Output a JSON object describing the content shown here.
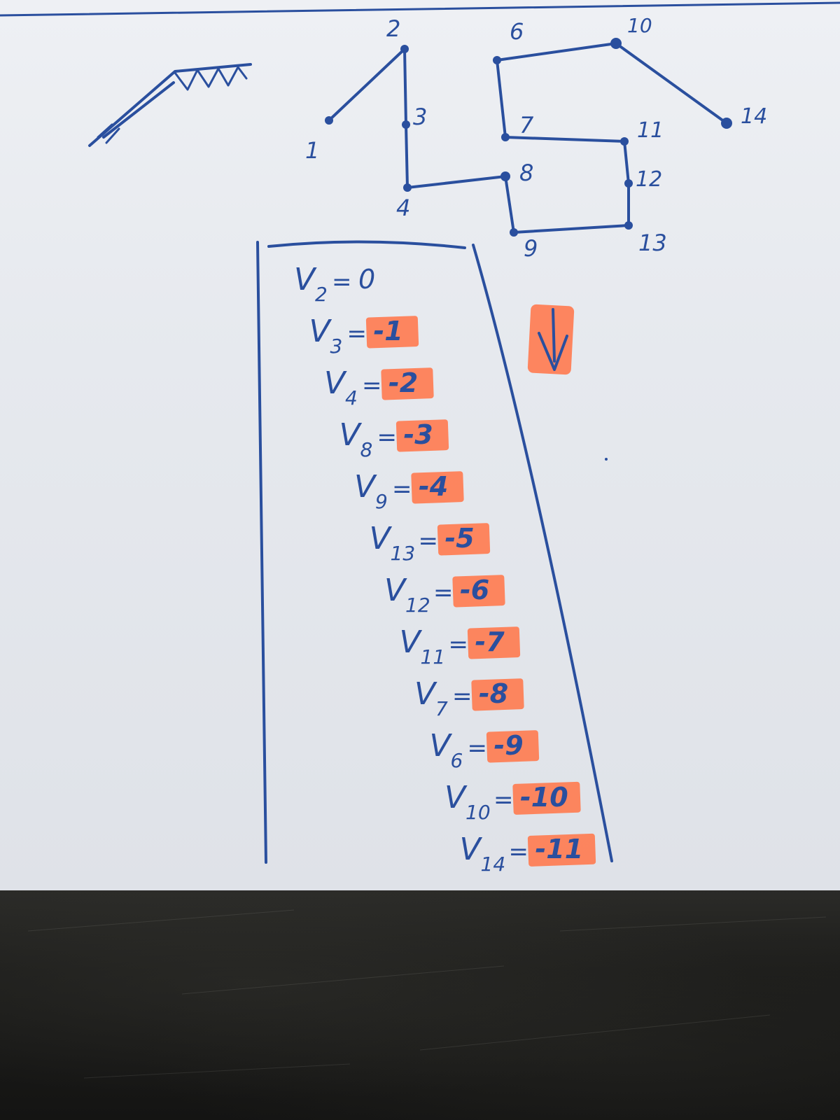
{
  "graph": {
    "nodes": [
      {
        "id": "1",
        "label": "1"
      },
      {
        "id": "2",
        "label": "2"
      },
      {
        "id": "3",
        "label": "3"
      },
      {
        "id": "4",
        "label": "4"
      },
      {
        "id": "6",
        "label": "6"
      },
      {
        "id": "7",
        "label": "7"
      },
      {
        "id": "8",
        "label": "8"
      },
      {
        "id": "9",
        "label": "9"
      },
      {
        "id": "10",
        "label": "10"
      },
      {
        "id": "11",
        "label": "11"
      },
      {
        "id": "12",
        "label": "12"
      },
      {
        "id": "13",
        "label": "13"
      },
      {
        "id": "14",
        "label": "14"
      }
    ]
  },
  "equations": [
    {
      "var": "V",
      "sub": "2",
      "eq": "=",
      "value": "0",
      "highlight": false
    },
    {
      "var": "V",
      "sub": "3",
      "eq": "=",
      "value": "-1",
      "highlight": true
    },
    {
      "var": "V",
      "sub": "4",
      "eq": "=",
      "value": "-2",
      "highlight": true
    },
    {
      "var": "V",
      "sub": "8",
      "eq": "=",
      "value": "-3",
      "highlight": true
    },
    {
      "var": "V",
      "sub": "9",
      "eq": "=",
      "value": "-4",
      "highlight": true
    },
    {
      "var": "V",
      "sub": "13",
      "eq": "=",
      "value": "-5",
      "highlight": true
    },
    {
      "var": "V",
      "sub": "12",
      "eq": "=",
      "value": "-6",
      "highlight": true
    },
    {
      "var": "V",
      "sub": "11",
      "eq": "=",
      "value": "-7",
      "highlight": true
    },
    {
      "var": "V",
      "sub": "7",
      "eq": "=",
      "value": "-8",
      "highlight": true
    },
    {
      "var": "V",
      "sub": "6",
      "eq": "=",
      "value": "-9",
      "highlight": true
    },
    {
      "var": "V",
      "sub": "10",
      "eq": "=",
      "value": "-10",
      "highlight": true
    },
    {
      "var": "V",
      "sub": "14",
      "eq": "=",
      "value": "-11",
      "highlight": true
    }
  ],
  "arrow_icon": "down-arrow-icon",
  "colors": {
    "ink": "#2a4f9e",
    "highlighter": "#ff7a4f",
    "paper": "#e6e9ee",
    "table": "#1d1d1b"
  }
}
